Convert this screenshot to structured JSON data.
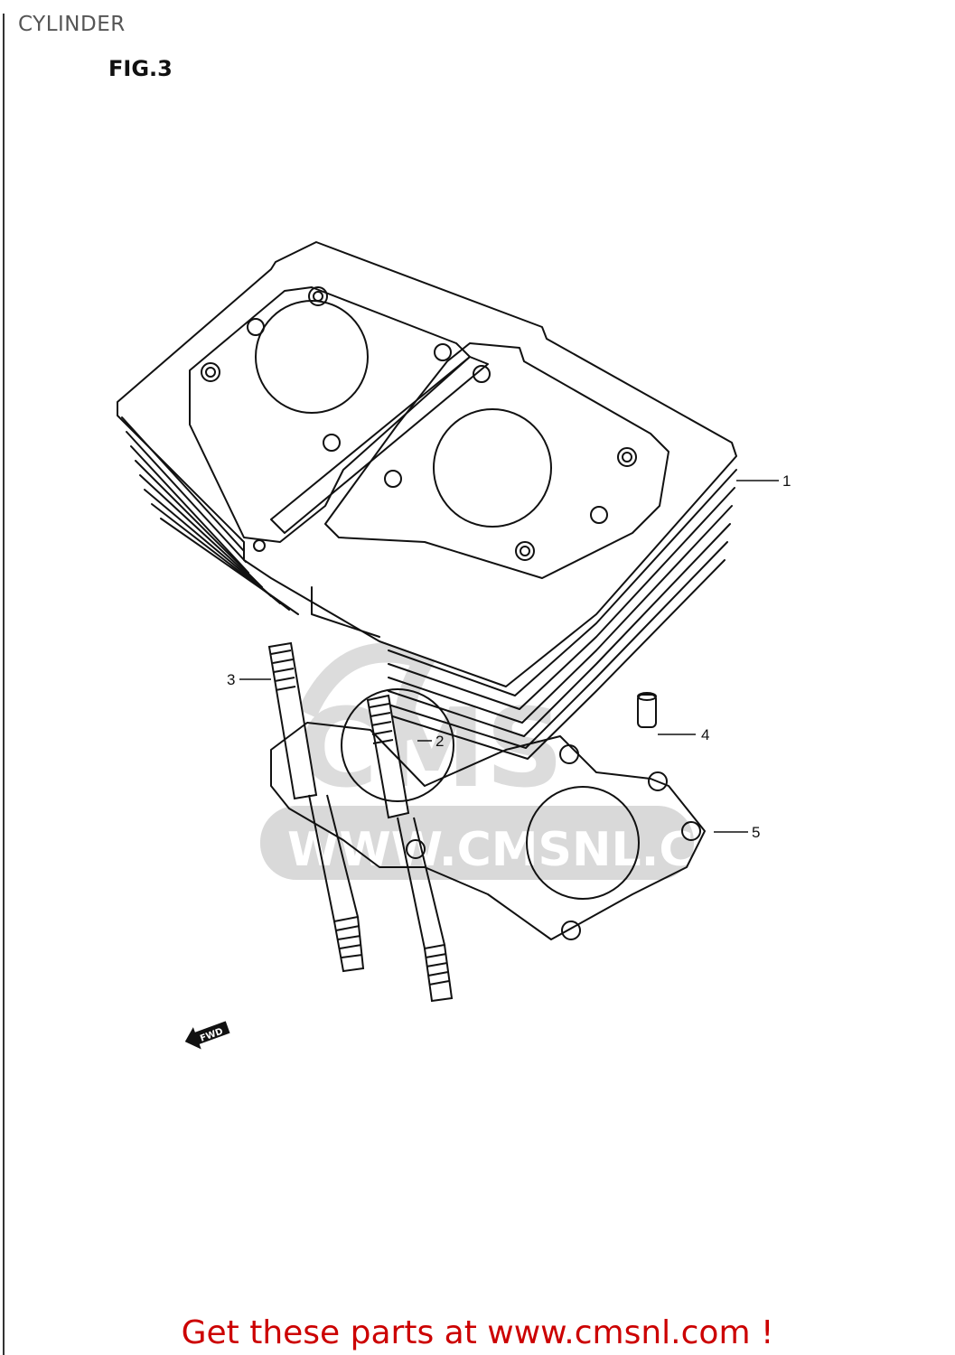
{
  "page": {
    "title": "CYLINDER",
    "figure_label": "FIG.3"
  },
  "diagram": {
    "callouts": [
      {
        "number": "1",
        "part": "cylinder"
      },
      {
        "number": "2",
        "part": "stud-bolt"
      },
      {
        "number": "3",
        "part": "stud-bolt"
      },
      {
        "number": "4",
        "part": "dowel-pin"
      },
      {
        "number": "5",
        "part": "cylinder-base-gasket"
      }
    ],
    "direction_marker": "FWD",
    "watermark": {
      "logo_text": "CMS",
      "url_text": "WWW.CMSNL.COM",
      "color": "#d9d9d9"
    },
    "line_color": "#111111"
  },
  "footer": {
    "text_prefix": "Get these parts at ",
    "link_text": "www.cmsnl.com",
    "text_suffix": " !",
    "color": "#cc0000"
  }
}
